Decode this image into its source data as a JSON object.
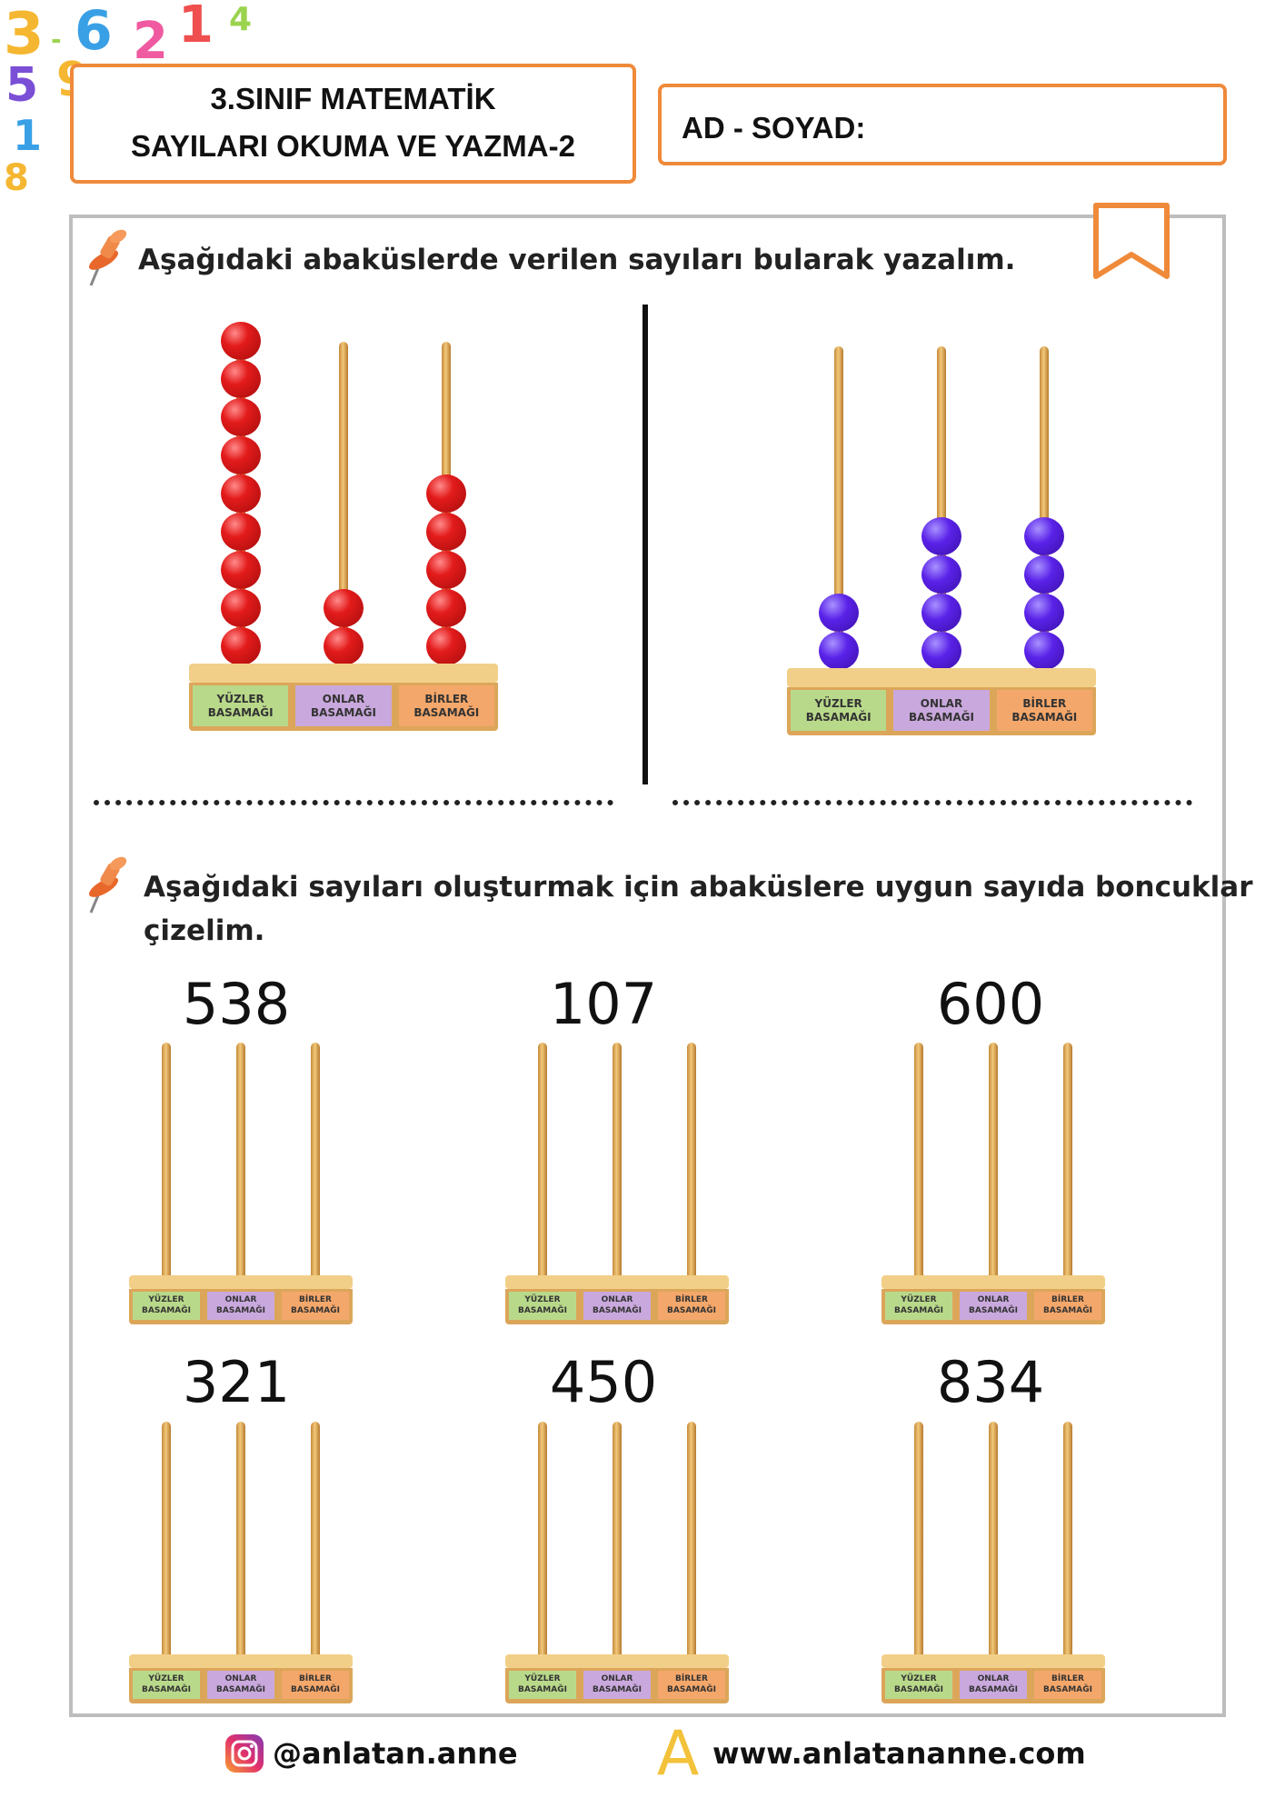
{
  "colors": {
    "accent": "#ef8a3a",
    "frame": "#bdbdbd",
    "bead_red": "#e31b1b",
    "bead_purple": "#5a22e8",
    "place_hundreds": "#b9d98a",
    "place_tens": "#c9a8dd",
    "place_ones": "#f4a76a"
  },
  "header": {
    "title_line1": "3.SINIF MATEMATİK",
    "title_line2": "SAYILARI OKUMA VE YAZMA-2",
    "name_label": "AD - SOYAD:"
  },
  "section1": {
    "instruction": "Aşağıdaki abaküslerde verilen sayıları bularak yazalım."
  },
  "section2": {
    "instruction_line1": "Aşağıdaki sayıları oluşturmak için abaküslere uygun sayıda boncuklar",
    "instruction_line2": "çizelim."
  },
  "places": {
    "hundreds": [
      "YÜZLER",
      "BASAMAĞI"
    ],
    "tens": [
      "ONLAR",
      "BASAMAĞI"
    ],
    "ones": [
      "BİRLER",
      "BASAMAĞI"
    ]
  },
  "abacus_examples": [
    {
      "color": "red",
      "beads": [
        9,
        2,
        5
      ]
    },
    {
      "color": "purple",
      "beads": [
        2,
        4,
        4
      ]
    }
  ],
  "numbers": [
    "538",
    "107",
    "600",
    "321",
    "450",
    "834"
  ],
  "footer": {
    "instagram": "@anlatan.anne",
    "website": "www.anlatananne.com",
    "logo_letter": "A"
  }
}
